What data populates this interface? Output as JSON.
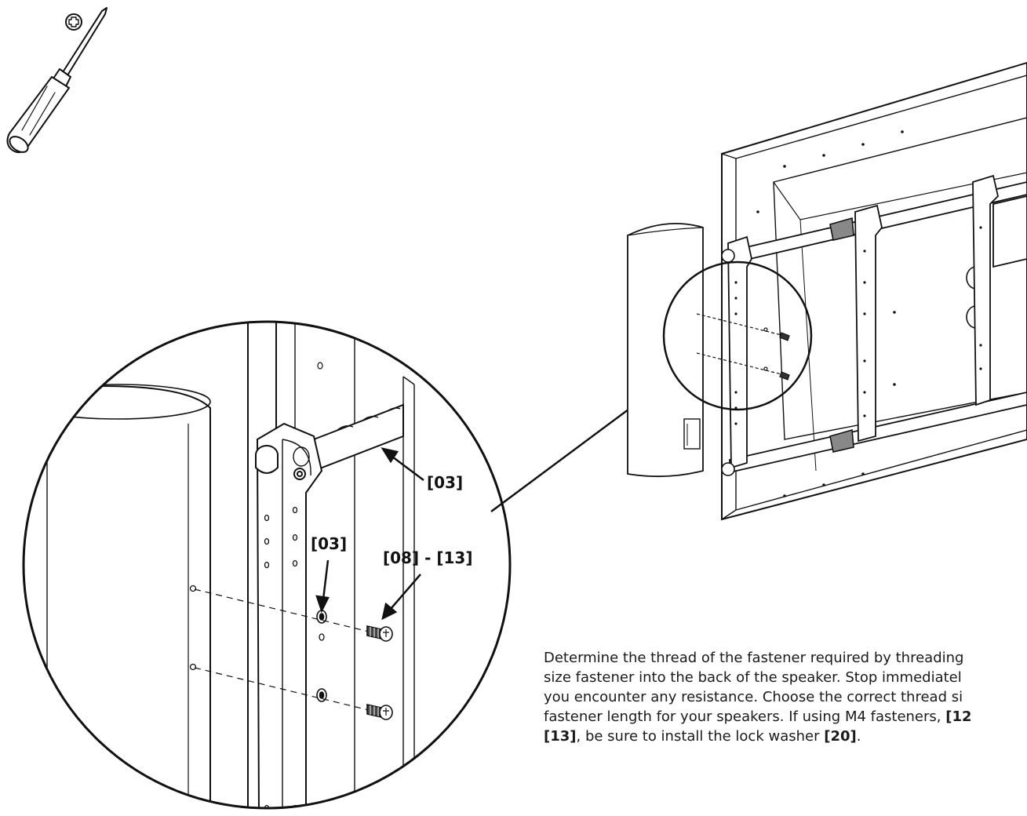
{
  "labels": {
    "rail_callout": "[03]",
    "hole_callout": "[03]",
    "fastener_callout": "[08] - [13]"
  },
  "instructions": {
    "line1": "Determine the thread of the fastener required by threading",
    "line2": "size fastener into the back of the speaker. Stop immediatel",
    "line3": "you encounter any resistance. Choose the correct thread si",
    "line4_text": "fastener length for your speakers. If using M4 fasteners, ",
    "line4_ref": "[12",
    "line5_ref1": "[13]",
    "line5_text": ", be sure to install the lock washer ",
    "line5_ref2": "[20]",
    "line5_end": "."
  },
  "tool": "phillips-screwdriver-icon"
}
